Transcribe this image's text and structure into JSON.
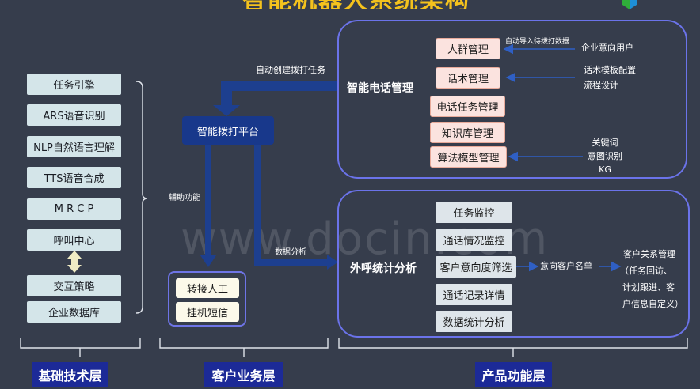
{
  "title": "智能机器人系统架构",
  "tech_layer": {
    "items": [
      "任务引擎",
      "ARS语音识别",
      "NLP自然语言理解",
      "TTS语音合成",
      "M R C P",
      "呼叫中心",
      "交互策略",
      "企业数据库"
    ]
  },
  "business_layer": {
    "platform": "智能拨打平台",
    "edge_auto_create": "自动创建拨打任务",
    "edge_assist": "辅助功能",
    "edge_data_analysis": "数据分析",
    "functions": [
      "转接人工",
      "挂机短信"
    ]
  },
  "product_layer": {
    "phone_management": {
      "title": "智能电话管理",
      "items": [
        "人群管理",
        "话术管理",
        "电话任务管理",
        "知识库管理",
        "算法模型管理"
      ],
      "auto_import_label": "自动导入待拨打数据",
      "source_users": "企业意向用户",
      "script_config": [
        "话术模板配置",
        "流程设计"
      ],
      "model_inputs": [
        "关键词",
        "意图识别",
        "KG"
      ]
    },
    "call_analysis": {
      "title": "外呼统计分析",
      "items": [
        "任务监控",
        "通话情况监控",
        "客户意向度筛选",
        "通话记录详情",
        "数据统计分析"
      ],
      "intent_list": "意向客户名单",
      "crm_note": [
        "客户关系管理",
        "（任务回访、",
        "计划跟进、客",
        "户信息自定义）"
      ]
    }
  },
  "layers": [
    "基础技术层",
    "客户业务层",
    "产品功能层"
  ],
  "watermark": "www.docin.com",
  "colors": {
    "background": "#363d4c",
    "title": "#f4c21d",
    "panel_border": "#6b73ea",
    "arrow": "#1d3f8f",
    "platform": "#18388b",
    "layer_label": "#1c2a97",
    "pink_box": "#fbe3df",
    "grey_box": "#dee5ea",
    "tech_box": "#d4e5e9"
  }
}
